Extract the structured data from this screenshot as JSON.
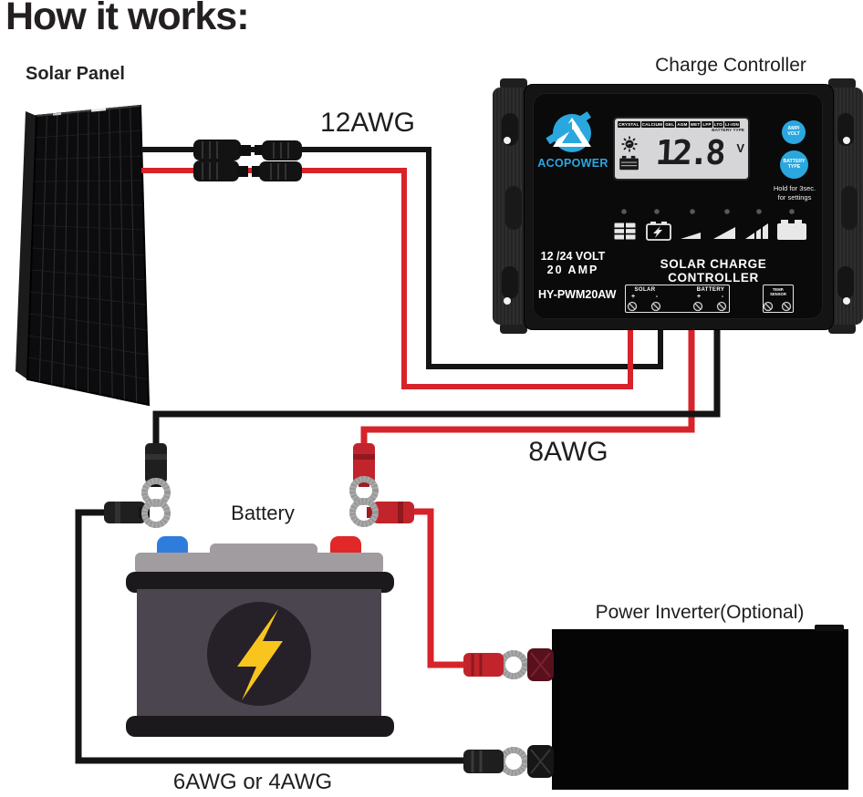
{
  "title": "How it works:",
  "labels": {
    "solar_panel": "Solar Panel",
    "charge_controller": "Charge Controller",
    "battery": "Battery",
    "power_inverter": "Power Inverter(Optional)",
    "wire_panel_to_controller": "12AWG",
    "wire_controller_to_battery": "8AWG",
    "wire_battery_to_inverter": "6AWG or 4AWG"
  },
  "controller": {
    "brand": "ACOPOWER",
    "lcd": {
      "battery_types": [
        "CRYSTAL",
        "CALCIUM",
        "GEL",
        "AGM",
        "WET",
        "LFP",
        "LTO",
        "LI-ION"
      ],
      "battery_type_caption": "BATTERY TYPE",
      "reading_value": "12.8",
      "reading_unit": "V"
    },
    "buttons": {
      "amp_volt_line1": "AMP/",
      "amp_volt_line2": "VOLT",
      "battery_type_line1": "BATTERY",
      "battery_type_line2": "TYPE"
    },
    "hold_note_line1": "Hold for 3sec.",
    "hold_note_line2": "for settings",
    "rating_line1": "12 /24 VOLT",
    "rating_line2": "20 AMP",
    "product_name": "SOLAR CHARGE CONTROLLER",
    "model": "HY-PWM20AW",
    "terminals": {
      "solar_label": "SOLAR",
      "battery_label": "BATTERY",
      "temp_line1": "TEMP.",
      "temp_line2": "SENSOR",
      "plus": "+",
      "minus": "-"
    }
  },
  "colors": {
    "accent_blue": "#2aa7df",
    "wire_red": "#d7232a",
    "wire_black": "#141414",
    "lcd_gray": "#d6d6d8",
    "battery_body": "#4b4550",
    "bolt_yellow": "#f7c51e"
  }
}
